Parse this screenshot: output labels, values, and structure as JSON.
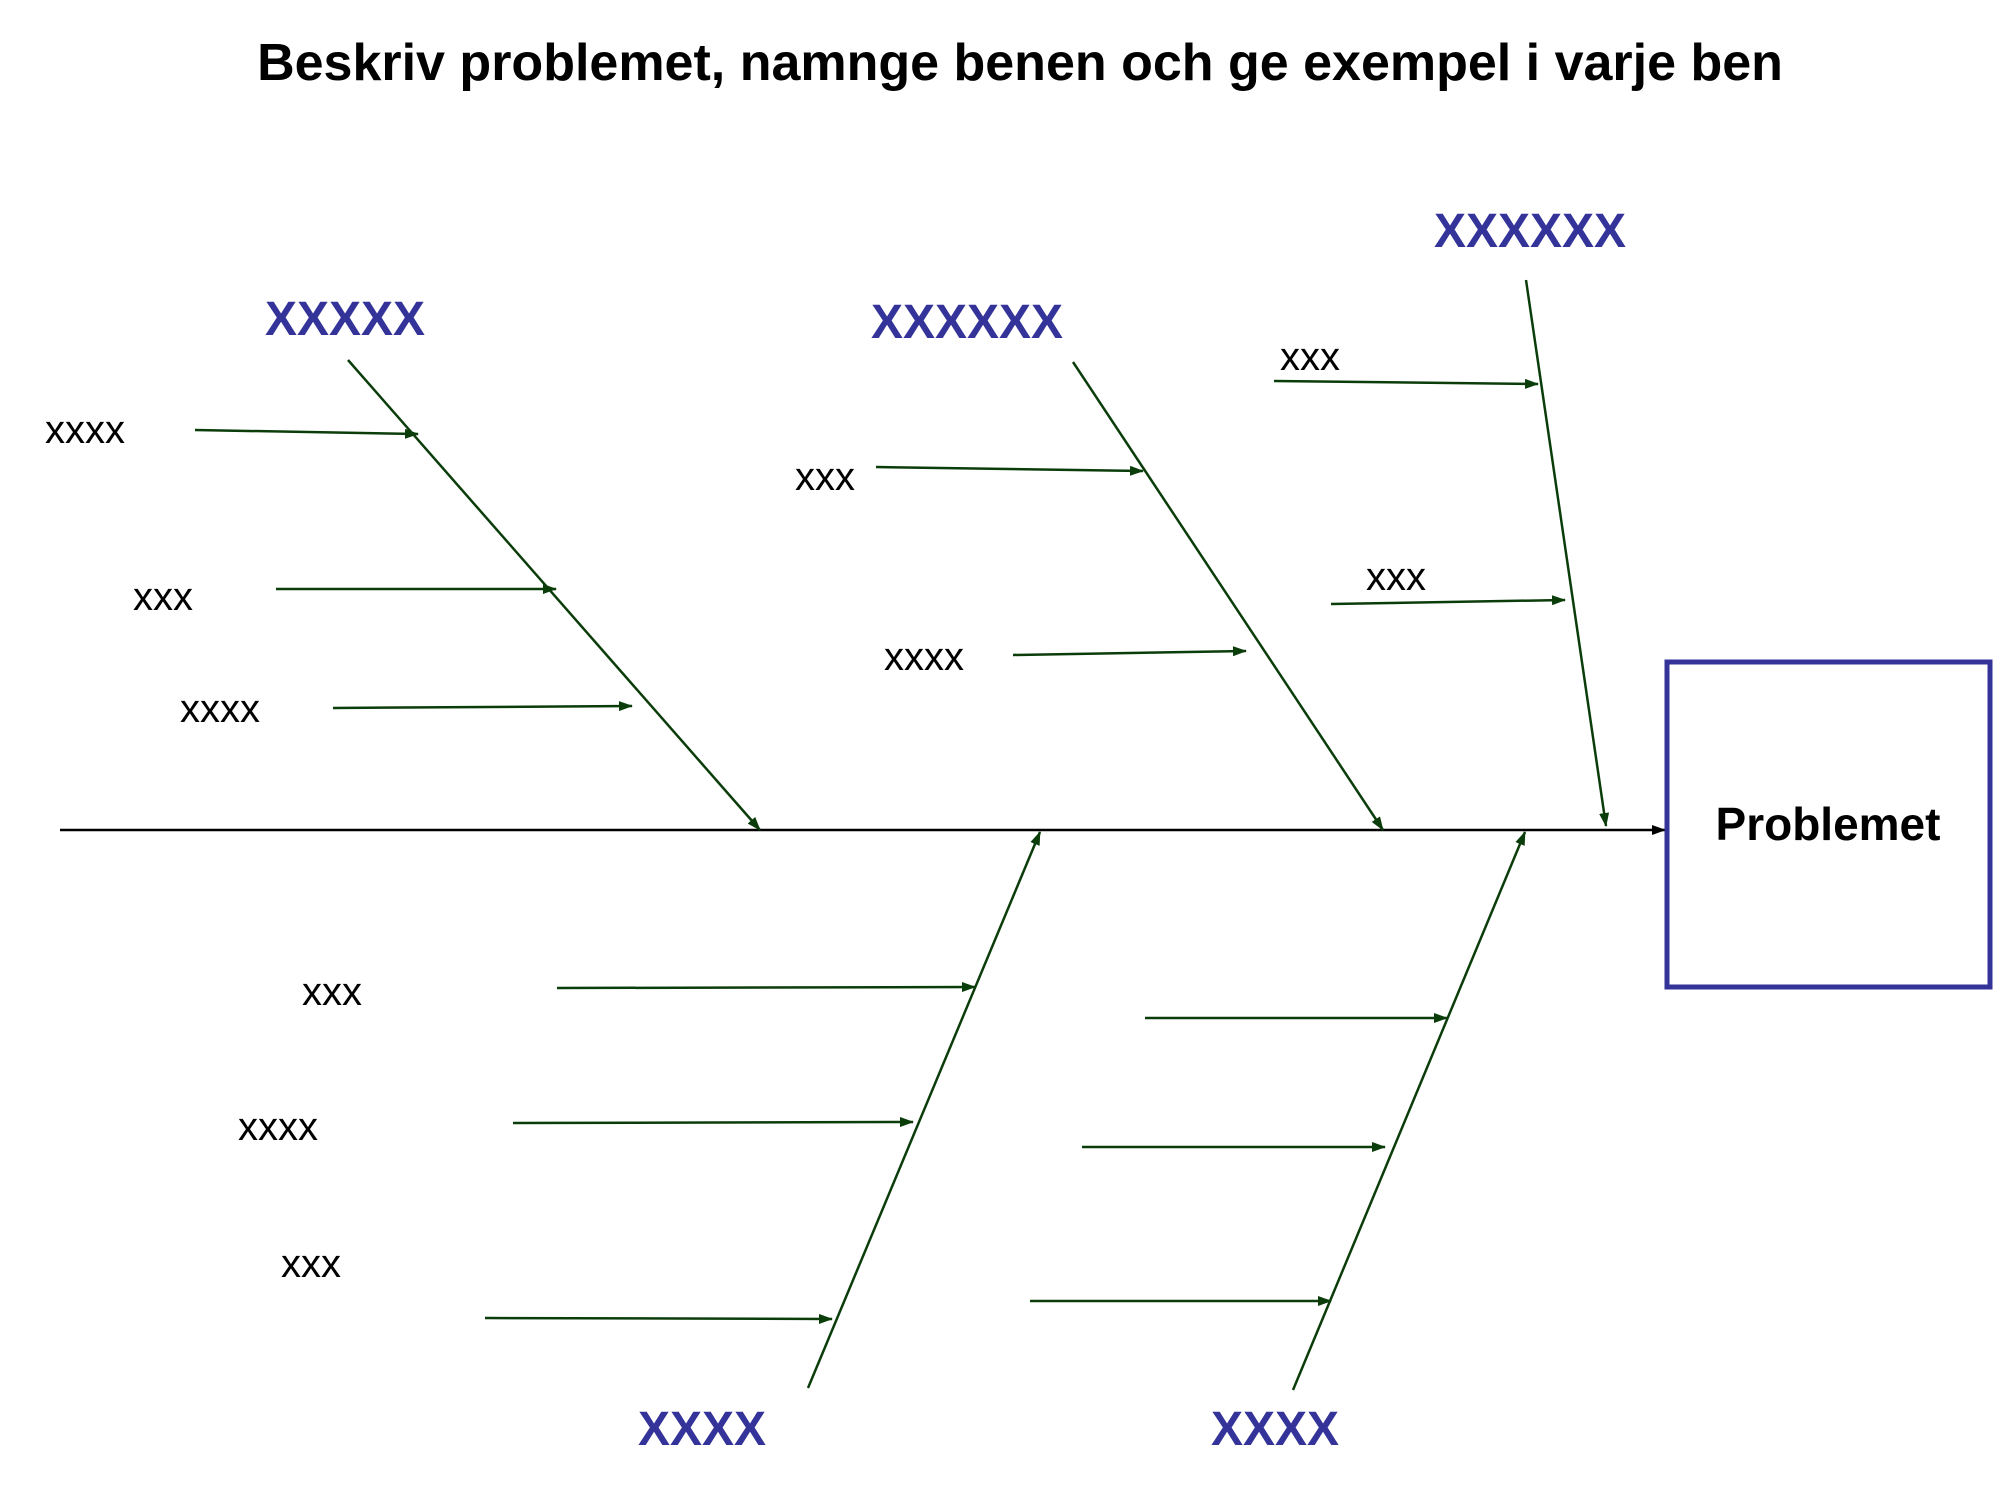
{
  "title": "Beskriv problemet, namnge benen och ge exempel i varje ben",
  "effect": {
    "label": "Problemet"
  },
  "colors": {
    "category": "#333399",
    "effect_border": "#333399",
    "bone": "#0b3d0b",
    "spine": "#000000"
  },
  "bones": [
    {
      "label": "XXXXX",
      "causes": [
        "xxxx",
        "xxx",
        "xxxx"
      ]
    },
    {
      "label": "XXXXXX",
      "causes": [
        "xxx",
        "xxxx"
      ]
    },
    {
      "label": "XXXXXX",
      "causes": [
        "xxx",
        "xxx"
      ]
    },
    {
      "label": "XXXX",
      "causes": [
        "xxx",
        "xxxx",
        "xxx"
      ]
    },
    {
      "label": "XXXX",
      "causes": [
        "",
        "",
        ""
      ]
    }
  ]
}
